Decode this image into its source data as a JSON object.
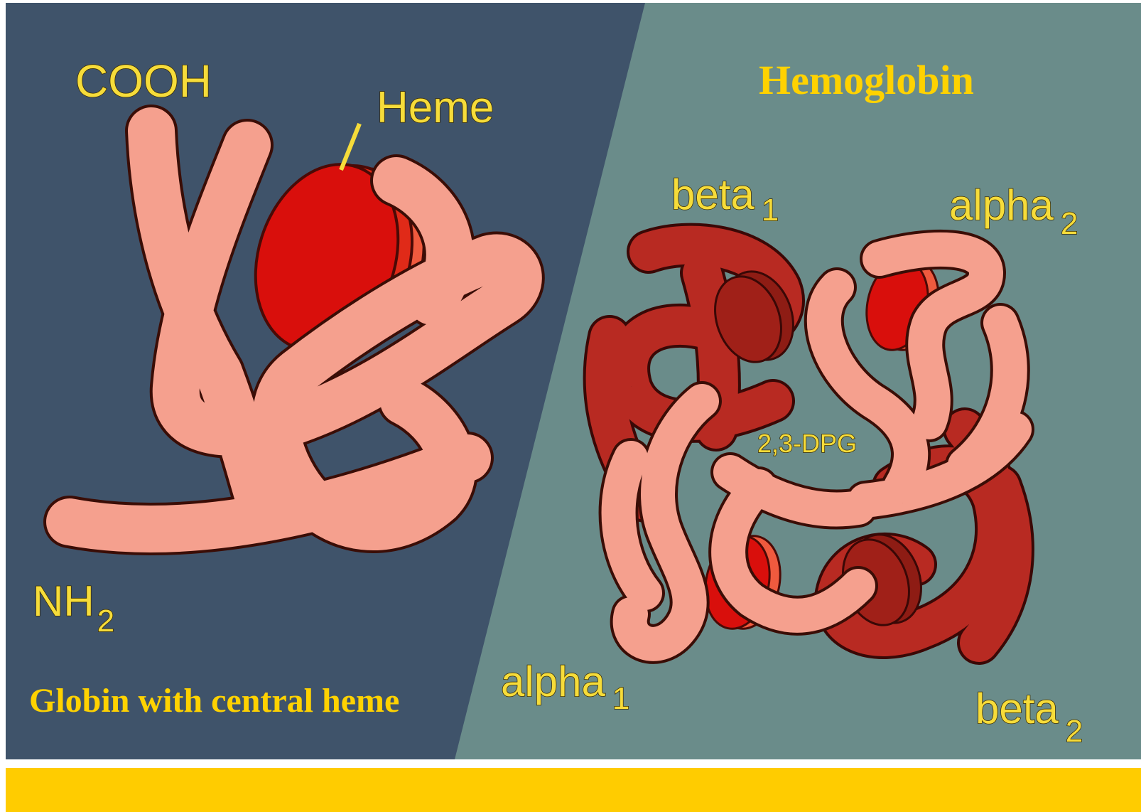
{
  "colors": {
    "left_panel": "#3f536a",
    "right_panel": "#6a8c8a",
    "title_text": "#ffd200",
    "label_text": "#f6dc3a",
    "light_chain": "#f5a08e",
    "dark_chain": "#b82a22",
    "heme": "#d90f0c",
    "bottom_bar": "#ffcc00"
  },
  "left_panel": {
    "title": "Globin with central heme",
    "labels": {
      "cooh": "COOH",
      "heme": "Heme",
      "nh": "NH",
      "nh_sub": "2"
    }
  },
  "right_panel": {
    "title": "Hemoglobin",
    "labels": {
      "beta1": "beta",
      "beta1_sub": "1",
      "alpha2": "alpha",
      "alpha2_sub": "2",
      "alpha1": "alpha",
      "alpha1_sub": "1",
      "beta2": "beta",
      "beta2_sub": "2",
      "dpg": "2,3-DPG"
    }
  }
}
